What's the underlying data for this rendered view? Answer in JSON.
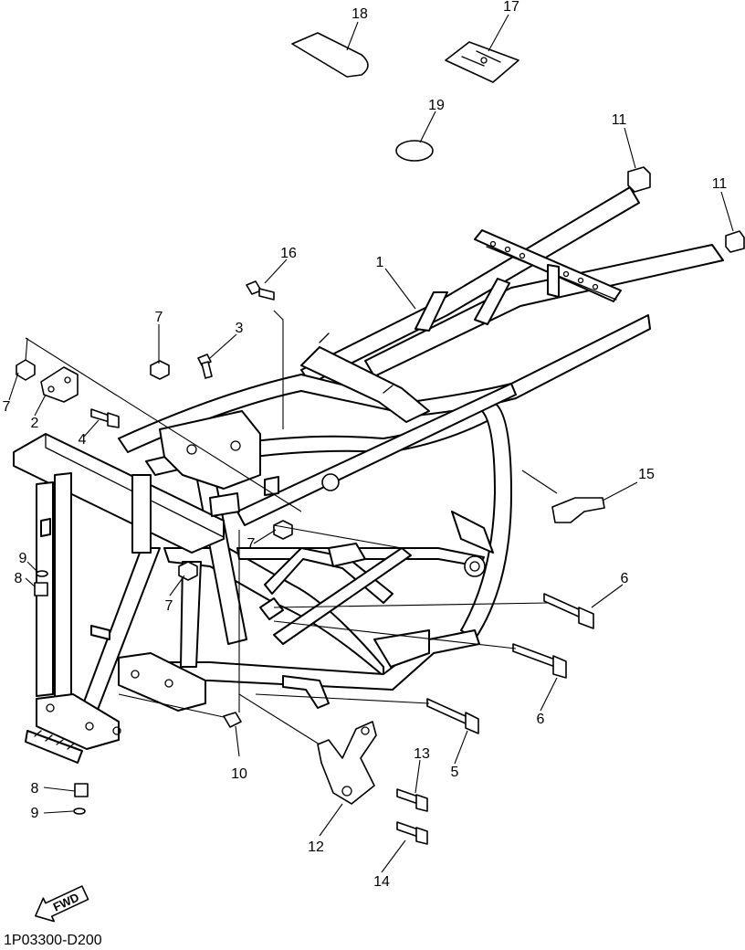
{
  "drawing_code": "1P03300-D200",
  "fwd_label": "FWD",
  "callouts": {
    "c1": "1",
    "c2": "2",
    "c3": "3",
    "c4": "4",
    "c5": "5",
    "c6a": "6",
    "c6b": "6",
    "c7a": "7",
    "c7b": "7",
    "c7c": "7",
    "c7d": "7",
    "c8a": "8",
    "c8b": "8",
    "c9a": "9",
    "c9b": "9",
    "c10": "10",
    "c11a": "11",
    "c11b": "11",
    "c12": "12",
    "c13": "13",
    "c14": "14",
    "c15": "15",
    "c16": "16",
    "c17": "17",
    "c18": "18",
    "c19": "19"
  }
}
